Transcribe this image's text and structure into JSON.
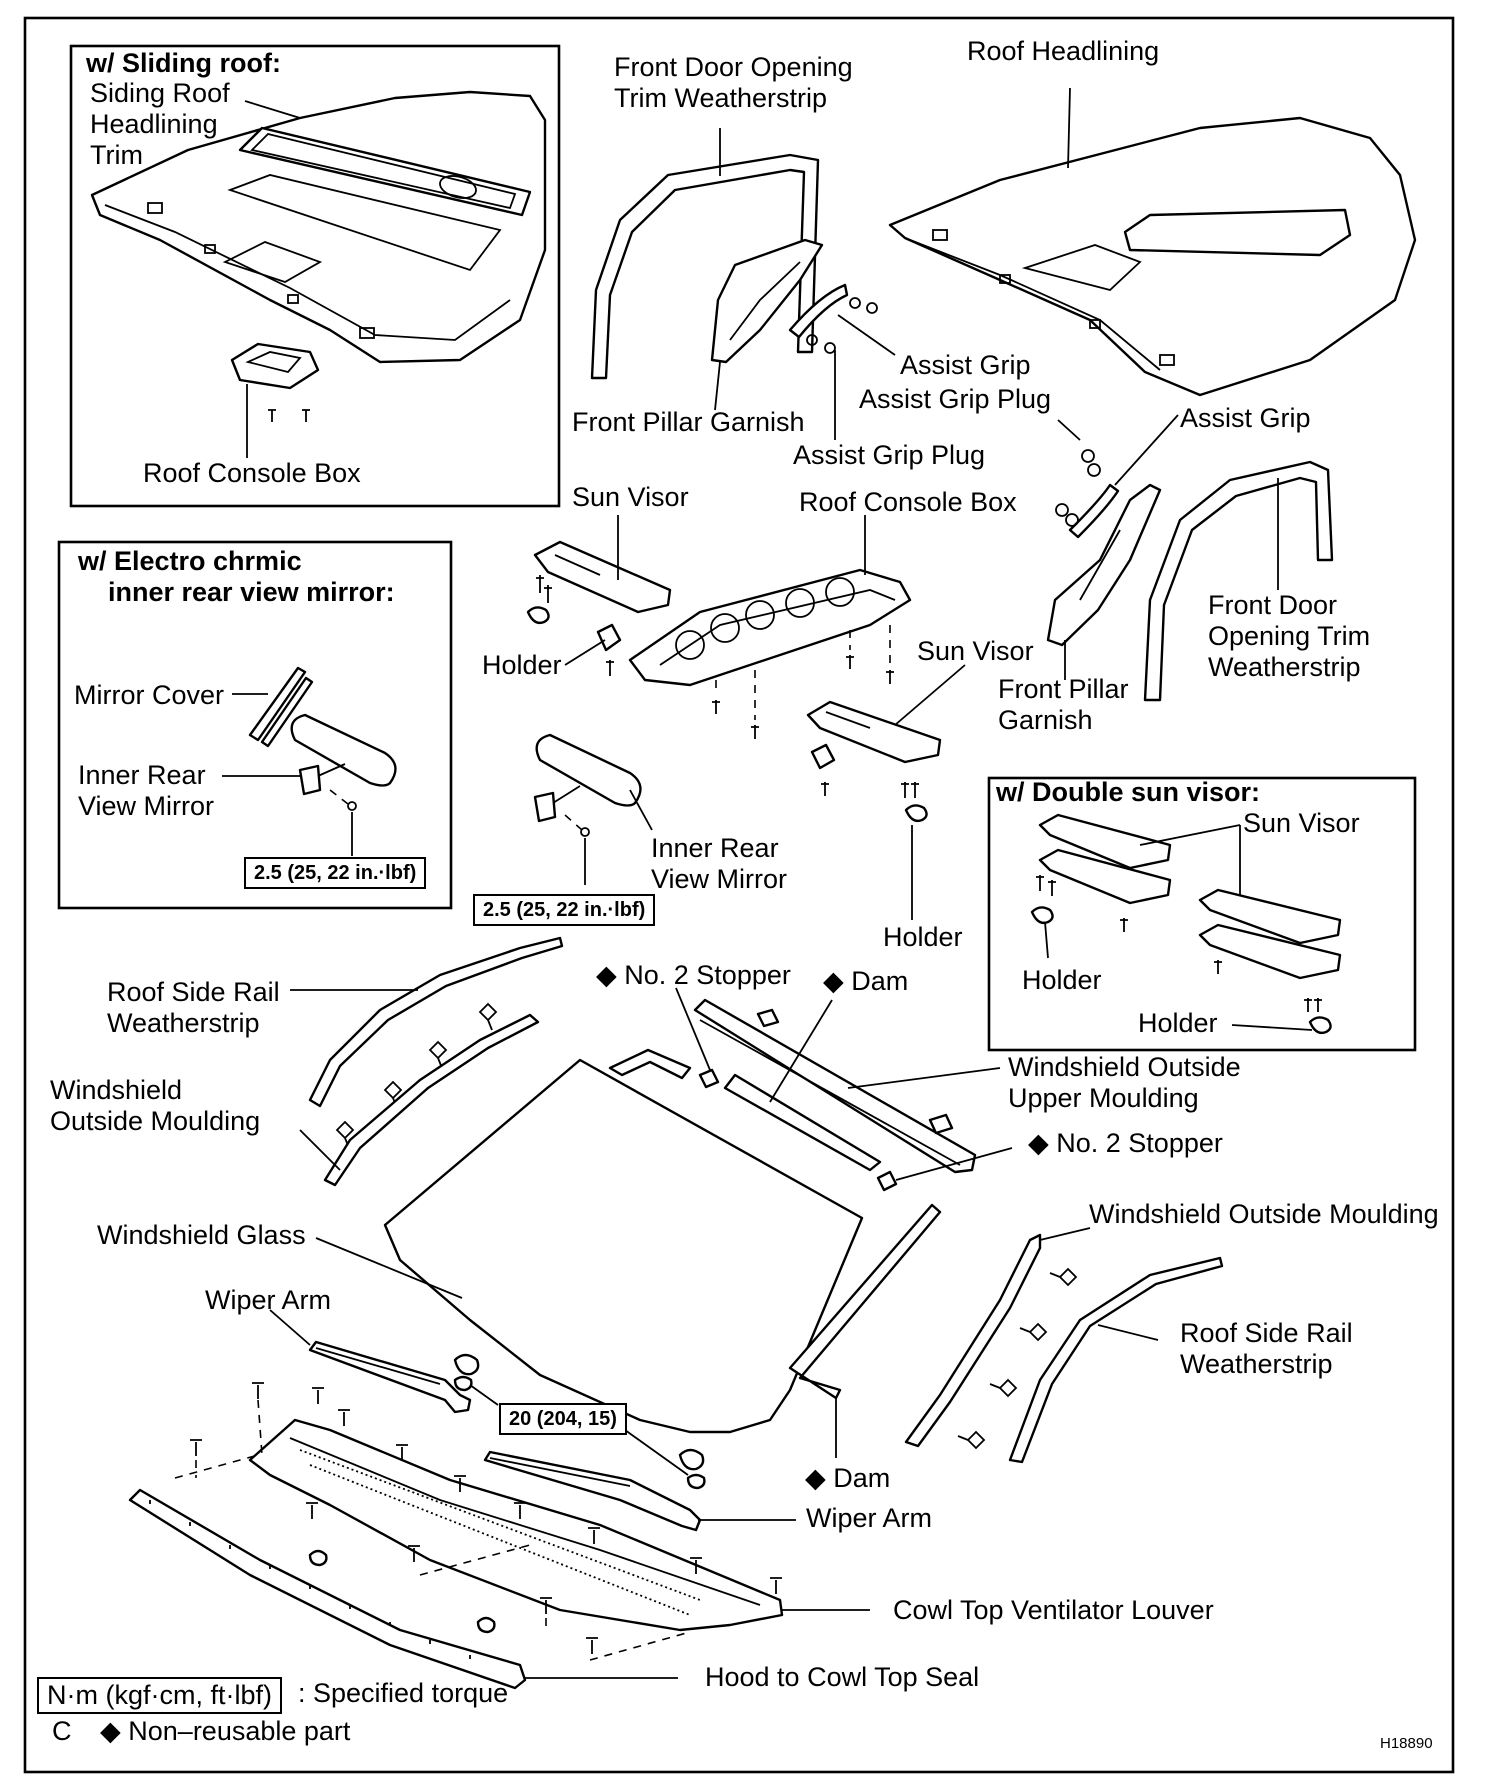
{
  "insets": {
    "sliding_roof": {
      "title": "w/ Sliding roof:",
      "trim_label": "Siding Roof\nHeadlining\nTrim",
      "console_label": "Roof Console Box"
    },
    "electro_mirror": {
      "title": "w/ Electro chrmic\n    inner rear view mirror:",
      "cover_label": "Mirror Cover",
      "mirror_label": "Inner Rear\nView Mirror",
      "torque": "2.5 (25, 22 in.·lbf)"
    },
    "double_visor": {
      "title": "w/ Double sun visor:",
      "visor_label": "Sun Visor",
      "holder_left": "Holder",
      "holder_right": "Holder"
    }
  },
  "labels": {
    "front_door_trim_top": "Front Door Opening\nTrim Weatherstrip",
    "roof_headlining": "Roof Headlining",
    "assist_grip_upper": "Assist Grip",
    "assist_grip_plug_upper": "Assist Grip Plug",
    "front_pillar_garnish_left": "Front Pillar Garnish",
    "assist_grip_plug_lower": "Assist Grip Plug",
    "assist_grip_right": "Assist Grip",
    "sun_visor_left": "Sun Visor",
    "roof_console_box": "Roof Console Box",
    "front_door_trim_right": "Front Door\nOpening Trim\nWeatherstrip",
    "holder_left": "Holder",
    "sun_visor_right": "Sun Visor",
    "front_pillar_garnish_right": "Front Pillar\nGarnish",
    "inner_rear_view_mirror": "Inner Rear\nView Mirror",
    "mirror_torque": "2.5 (25, 22 in.·lbf)",
    "holder_right": "Holder",
    "roof_side_rail_left": "Roof Side Rail\nWeatherstrip",
    "no2_stopper_top": "◆ No. 2 Stopper",
    "dam_top": "◆ Dam",
    "windshield_outside_moulding_left": "Windshield\nOutside Moulding",
    "windshield_outside_upper_moulding": "Windshield Outside\nUpper Moulding",
    "no2_stopper_right": "◆ No. 2 Stopper",
    "windshield_glass": "Windshield Glass",
    "windshield_outside_moulding_right": "Windshield Outside Moulding",
    "wiper_arm_left": "Wiper Arm",
    "roof_side_rail_right": "Roof Side Rail\nWeatherstrip",
    "wiper_torque": "20 (204, 15)",
    "dam_bottom": "◆ Dam",
    "wiper_arm_right": "Wiper Arm",
    "cowl_top_louver": "Cowl Top Ventilator Louver",
    "hood_to_cowl_seal": "Hood to Cowl Top Seal"
  },
  "legend": {
    "torque_unit": "N·m (kgf·cm, ft·lbf)",
    "torque_desc": ": Specified torque",
    "mark": "C",
    "nonreusable": "◆ Non–reusable part"
  },
  "figure_code": "H18890"
}
